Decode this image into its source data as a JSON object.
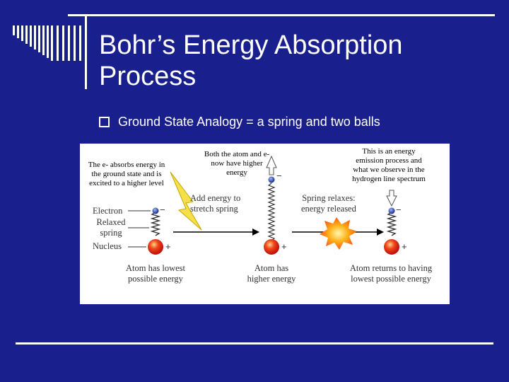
{
  "slide": {
    "title_line1": "Bohr’s Energy Absorption",
    "title_line2": "Process",
    "bullet": "Ground State Analogy = a spring and two balls"
  },
  "figure": {
    "note_left": [
      "The e- absorbs energy in",
      "the ground state and is",
      "excited to a higher level"
    ],
    "note_middle": [
      "Both the atom and e-",
      "now have higher",
      "energy"
    ],
    "note_right": [
      "This is an energy",
      "emission process and",
      "what we observe in the",
      "hydrogen line spectrum"
    ],
    "label_electron": "Electron",
    "label_relaxed": "Relaxed",
    "label_spring": "spring",
    "label_nucleus": "Nucleus",
    "label_add_energy_1": "Add energy to",
    "label_add_energy_2": "stretch spring",
    "label_spring_relaxes_1": "Spring relaxes:",
    "label_spring_relaxes_2": "energy released",
    "caption_left_1": "Atom has lowest",
    "caption_left_2": "possible energy",
    "caption_mid_1": "Atom has",
    "caption_mid_2": "higher energy",
    "caption_right_1": "Atom returns to having",
    "caption_right_2": "lowest possible energy",
    "minus": "−",
    "plus": "+"
  },
  "colors": {
    "background": "#1a1f8e",
    "nucleus": "#e8251a",
    "electron": "#2a3f9e",
    "flash": "#f4c21a"
  }
}
